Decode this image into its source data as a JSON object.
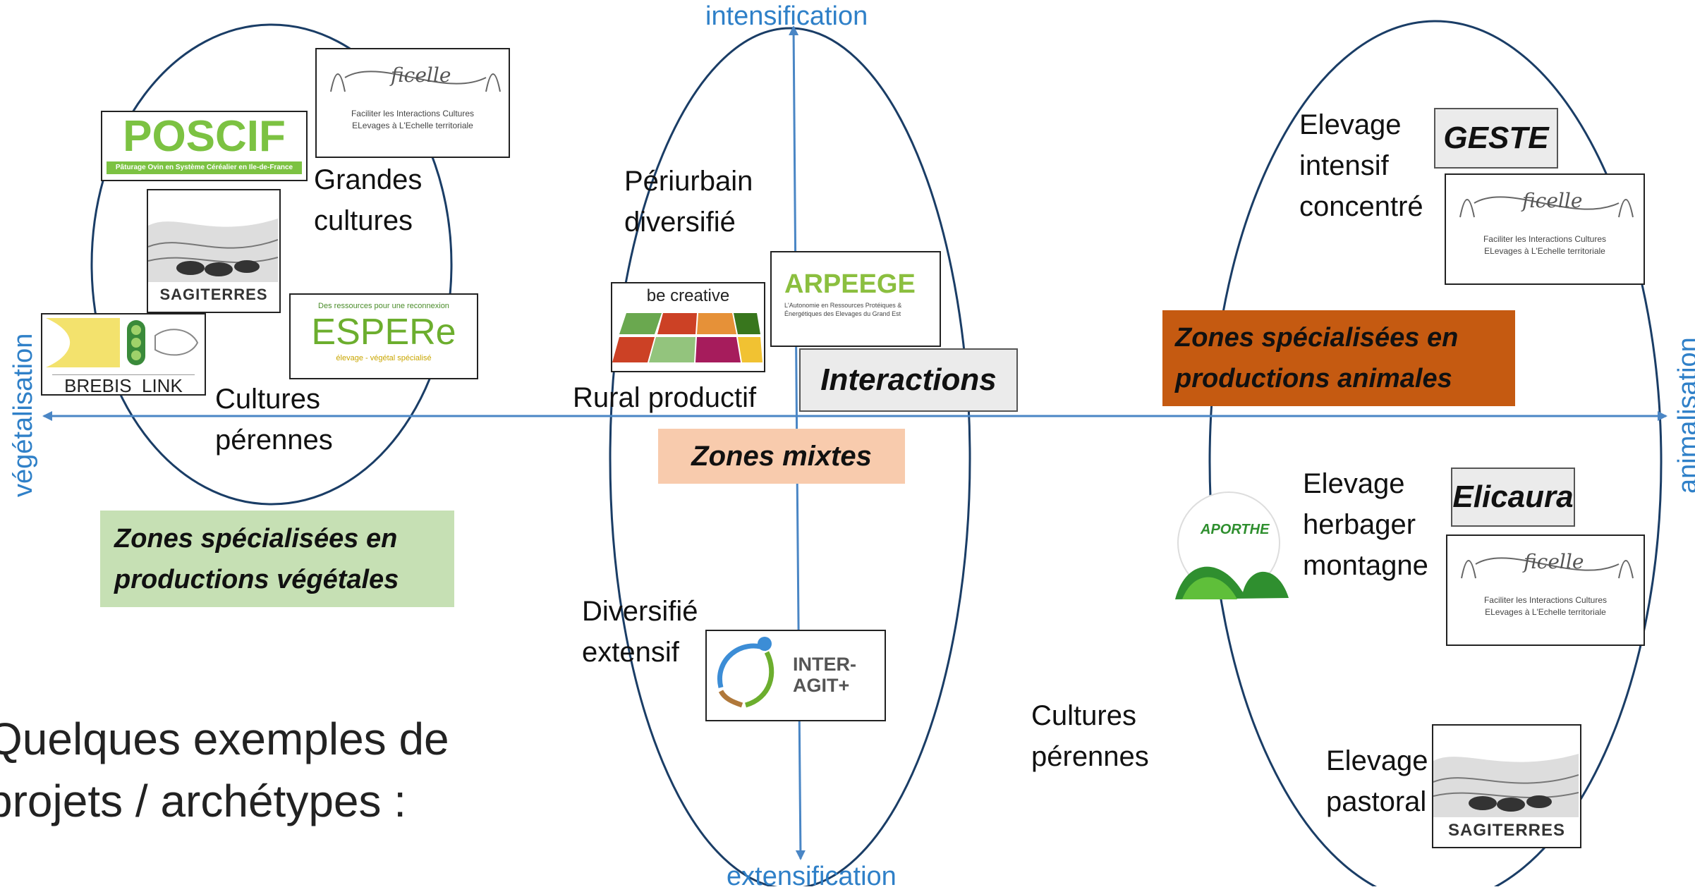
{
  "axes": {
    "top": "intensification",
    "bottom": "extensification",
    "left": "végétalisation",
    "right": "animalisation",
    "color": "#2f80c8"
  },
  "labels": {
    "grandes_cultures": "Grandes\ncultures",
    "cultures_perennes_left": "Cultures\npérennes",
    "periurbain": "Périurbain\ndiversifié",
    "rural_productif": "Rural productif",
    "diversifie_extensif": "Diversifié\nextensif",
    "cultures_perennes_center": "Cultures\npérennes",
    "elevage_intensif": "Elevage\nintensif\nconcentré",
    "elevage_herbager": "Elevage\nherbager\nmontagne",
    "elevage_pastoral": "Elevage\npastoral"
  },
  "zones": {
    "vegetales": {
      "text": "Zones spécialisées en\nproductions végétales",
      "color": "#c6e0b4"
    },
    "mixtes": {
      "text": "Zones mixtes",
      "color": "#f8cbad"
    },
    "animales": {
      "text": "Zones spécialisées en\nproductions animales",
      "color": "#c55a11"
    }
  },
  "projects": {
    "interactions": "Interactions",
    "geste": "GESTE",
    "elicaura": "Elicaura"
  },
  "logos": {
    "poscif": {
      "title": "POSCIF",
      "subtitle": "Pâturage Ovin en Système Céréalier en Ile-de-France"
    },
    "ficelle": {
      "title": "ficelle",
      "subtitle": "Faciliter les Interactions Cultures\nELevages à L'Echelle territoriale"
    },
    "sagiterres": {
      "title": "SAGITERRES"
    },
    "brebis_link": {
      "title": "BREBIS_LINK"
    },
    "espere": {
      "top": "Des ressources pour une reconnexion",
      "title": "ESPERe",
      "bottom": "élevage - végétal spécialisé"
    },
    "be_creative": {
      "title": "be creative"
    },
    "arpeege": {
      "title": "ARPEEGE",
      "subtitle": "L'Autonomie en Ressources Protéiques & Énergétiques des Elevages du Grand Est"
    },
    "aporthe": {
      "title": "APORTHE"
    },
    "inter_agit": {
      "title": "INTER-\nAGIT+"
    }
  },
  "caption": "Quelques exemples de\nprojets / archétypes :"
}
